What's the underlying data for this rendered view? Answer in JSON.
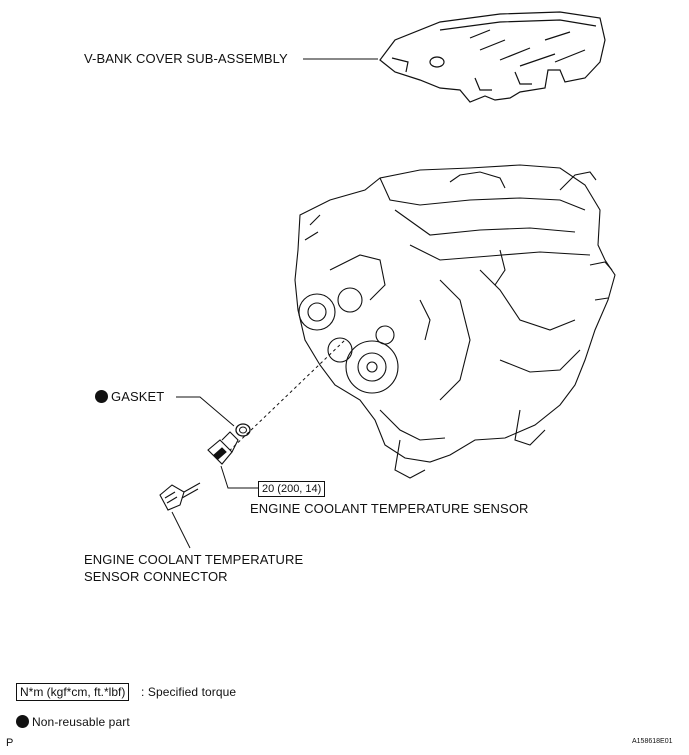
{
  "labels": {
    "vbank_cover": "V-BANK COVER SUB-ASSEMBLY",
    "gasket": "GASKET",
    "torque_value": "20 (200, 14)",
    "ect_sensor": "ENGINE COOLANT TEMPERATURE SENSOR",
    "ect_connector_line1": "ENGINE COOLANT TEMPERATURE",
    "ect_connector_line2": "SENSOR CONNECTOR"
  },
  "legend": {
    "torque_unit": "N*m (kgf*cm, ft.*lbf)",
    "torque_desc": ": Specified torque",
    "nonreusable_desc": "Non-reusable part"
  },
  "footer": {
    "page_letter": "P",
    "figure_id": "A158618E01"
  },
  "icons": {
    "nonreusable": "filled-circle-icon"
  }
}
